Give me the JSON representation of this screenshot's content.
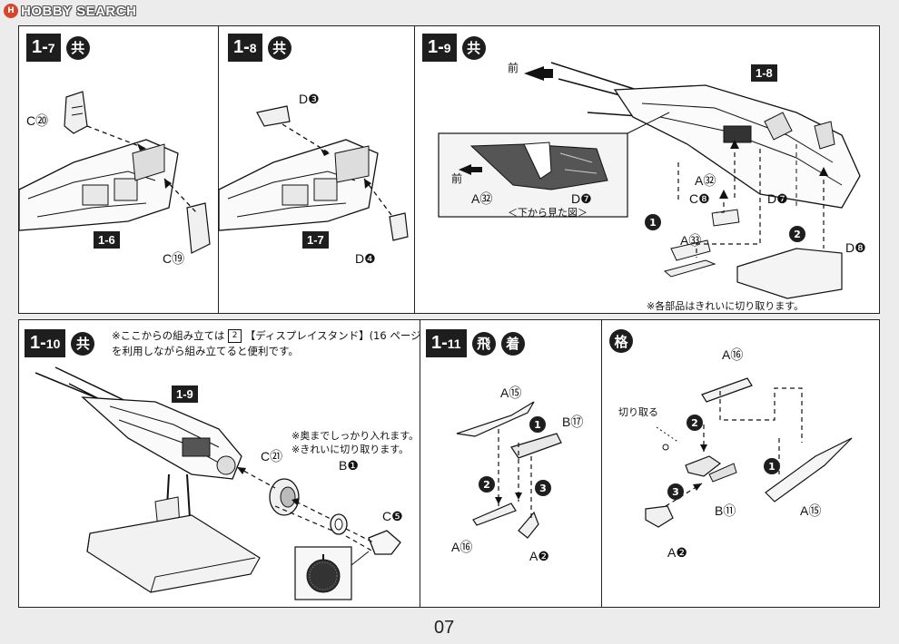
{
  "watermark": {
    "logo": "H",
    "text": "HOBBY SEARCH"
  },
  "page_number": "07",
  "steps": {
    "s17": {
      "num": "1-",
      "num2": "7",
      "mark": "共",
      "labels": {
        "c20": "C⑳",
        "p16": "1-6",
        "c19": "C⑲"
      }
    },
    "s18": {
      "num": "1-",
      "num2": "8",
      "mark": "共",
      "labels": {
        "d3": "D❸",
        "p17": "1-7",
        "d4": "D❹"
      }
    },
    "s19": {
      "num": "1-",
      "num2": "9",
      "mark": "共",
      "front_top": "前",
      "front_inset": "前",
      "inset_caption": "＜下から見た図＞",
      "labels": {
        "p18": "1-8",
        "a32_inset": "A㉜",
        "d7_inset": "D❼",
        "a32": "A㉜",
        "c8": "C❽",
        "d7": "D❼",
        "a33": "A㉝",
        "d8": "D❽"
      },
      "note": "※各部品はきれいに切り取ります。",
      "seq": [
        "1",
        "2"
      ]
    },
    "s110": {
      "num": "1-",
      "num2": "10",
      "mark": "共",
      "note_line1_a": "※ここからの組み立ては",
      "note_book": "2",
      "note_line1_b": "【ディスプレイスタンド】(16 ページ)",
      "note_line2": "を利用しながら組み立てると便利です。",
      "notes_right": [
        "※奥までしっかり入れます。",
        "※きれいに切り取ります。"
      ],
      "labels": {
        "p19": "1-9",
        "c21": "C㉑",
        "b1": "B❶",
        "c5": "C❺"
      }
    },
    "s111": {
      "num": "1-",
      "num2": "11",
      "marks": [
        "飛",
        "着"
      ],
      "labels": {
        "a15": "A⑮",
        "b17": "B⑰",
        "a16": "A⑯",
        "a2": "A❷"
      },
      "seq": [
        "1",
        "2",
        "3"
      ]
    },
    "s_kaku": {
      "mark": "格",
      "cut_label": "切り取る",
      "labels": {
        "a16": "A⑯",
        "b11": "B⑪",
        "a15": "A⑮",
        "a2": "A❷"
      },
      "seq": [
        "1",
        "2",
        "3"
      ]
    }
  }
}
